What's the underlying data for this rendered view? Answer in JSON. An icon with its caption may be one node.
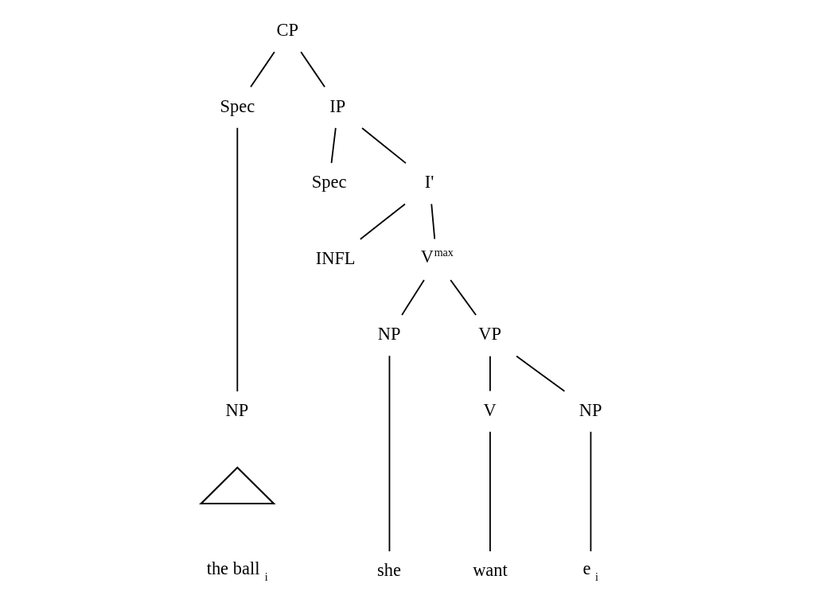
{
  "diagram": {
    "nodes": [
      {
        "text": [
          "CP"
        ]
      },
      {
        "text": [
          "Spec"
        ]
      },
      {
        "text": [
          "IP"
        ]
      },
      {
        "text": [
          "NP"
        ]
      },
      {
        "text": [],
        "shape": "triangle"
      },
      {
        "text": [
          "the ball $_{i}$"
        ]
      },
      {
        "text": [
          "Spec"
        ]
      },
      {
        "text": [
          "I'"
        ]
      },
      {
        "text": [
          "INFL"
        ]
      },
      {
        "text": [
          "V$^{max}$"
        ]
      },
      {
        "text": [
          "NP"
        ]
      },
      {
        "text": [
          "VP"
        ]
      },
      {
        "text": [
          "she"
        ]
      },
      {
        "text": [
          "V"
        ]
      },
      {
        "text": [
          "NP"
        ]
      },
      {
        "text": [
          "want"
        ]
      },
      {
        "text": [
          "e $_{i}$"
        ]
      }
    ],
    "edges": [
      {
        "from": 0,
        "to": 1,
        "arrow": "none"
      },
      {
        "from": 0,
        "to": 2,
        "arrow": "none"
      },
      {
        "from": 1,
        "to": 3,
        "arrow": "none"
      },
      {
        "from": 2,
        "to": 6,
        "arrow": "none"
      },
      {
        "from": 2,
        "to": 7,
        "arrow": "none"
      },
      {
        "from": 7,
        "to": 8,
        "arrow": "none"
      },
      {
        "from": 7,
        "to": 9,
        "arrow": "none"
      },
      {
        "from": 9,
        "to": 10,
        "arrow": "none"
      },
      {
        "from": 9,
        "to": 11,
        "arrow": "none"
      },
      {
        "from": 10,
        "to": 12,
        "arrow": "none"
      },
      {
        "from": 11,
        "to": 13,
        "arrow": "none"
      },
      {
        "from": 11,
        "to": 14,
        "arrow": "none"
      },
      {
        "from": 13,
        "to": 15,
        "arrow": "none"
      },
      {
        "from": 14,
        "to": 16,
        "arrow": "none"
      }
    ]
  }
}
